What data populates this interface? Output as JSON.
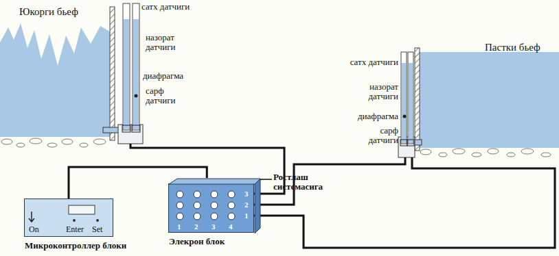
{
  "diagram": {
    "nodes": [
      {
        "text": [
          "Микроконтроллер блоки",
          "On",
          "Enter",
          "Set"
        ]
      },
      {
        "text": [
          "Элекрон блок",
          "1",
          "2",
          "3",
          "4",
          "3",
          "2",
          "1"
        ]
      }
    ],
    "edges": [
      {
        "from": 0,
        "to": 1,
        "arrow": "none"
      }
    ],
    "labels": [
      "Юкорги бьеф",
      "сатх датчиги",
      "назорат датчиги",
      "диафрагма",
      "сарф датчиги",
      "сатх датчиги",
      "назорат датчиги",
      "диафрагма",
      "сарф датчиги",
      "Пастки бьеф",
      "Ростлаш системасига"
    ]
  }
}
